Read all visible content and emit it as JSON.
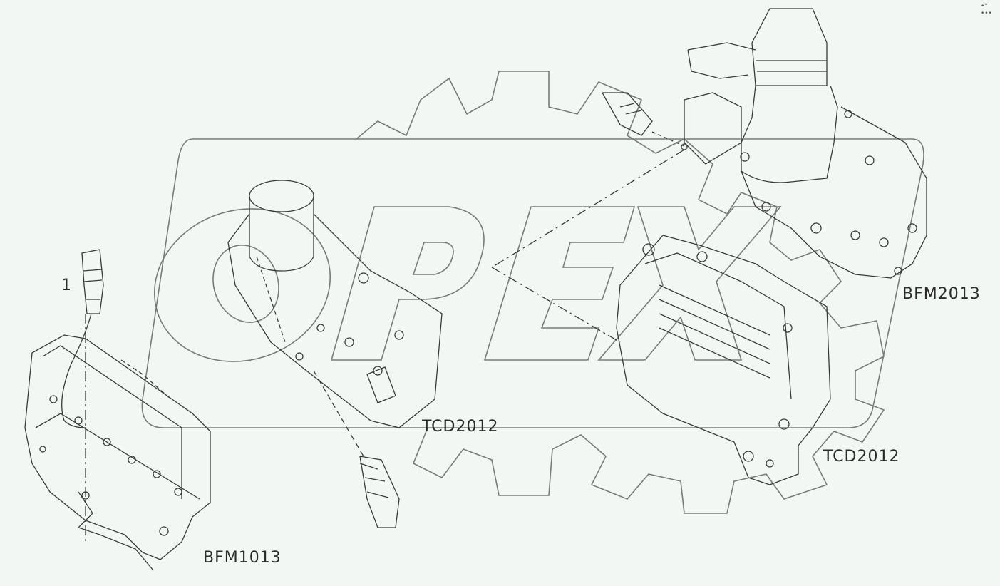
{
  "callout": "1",
  "labels": {
    "bfm1013": "BFM1013",
    "tcd2012_left": "TCD2012",
    "tcd2012_right": "TCD2012",
    "bfm2013": "BFM2013"
  },
  "watermark": "OPEX",
  "corner_marks": "•° •••",
  "colors": {
    "line": "#3a3a3a",
    "watermark": "#7a7a7a",
    "background": "#f1f7f2"
  }
}
